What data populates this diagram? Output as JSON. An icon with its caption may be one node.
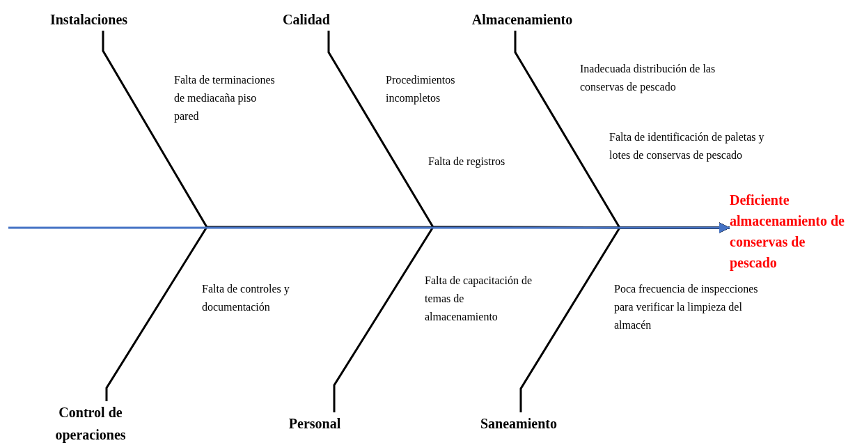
{
  "diagram": {
    "nodes": [
      {
        "text": [
          "Instalaciones"
        ]
      },
      {
        "text": [
          "Calidad"
        ]
      },
      {
        "text": [
          "Almacenamiento"
        ]
      },
      {
        "text": [
          "Deficiente almacenamiento de conservas de pescado"
        ]
      },
      {
        "text": [
          "Control de operaciones"
        ]
      },
      {
        "text": [
          "Personal"
        ]
      },
      {
        "text": [
          "Saneamiento"
        ]
      }
    ],
    "edges": [
      {
        "from": 0,
        "to": 3,
        "arrow": "to"
      },
      {
        "from": 1,
        "to": 3,
        "arrow": "to"
      },
      {
        "from": 2,
        "to": 3,
        "arrow": "to"
      },
      {
        "from": 4,
        "to": 3,
        "arrow": "to"
      },
      {
        "from": 5,
        "to": 3,
        "arrow": "to"
      },
      {
        "from": 6,
        "to": 3,
        "arrow": "to"
      },
      {
        "from": null,
        "to": 3,
        "arrow": "to",
        "color": "#4472c4"
      }
    ],
    "labels": [
      "Inadecuada distribución de las conservas de pescado",
      "Falta de terminaciones de mediacaña piso pared",
      "Procedimientos incompletos",
      "Falta de identificación de paletas y lotes de conservas de pescado",
      "Falta de registros",
      "Falta de capacitación de temas de almacenamiento",
      "Falta de controles y documentación",
      "Poca frecuencia de inspecciones para verificar la limpieza del almacén"
    ]
  }
}
